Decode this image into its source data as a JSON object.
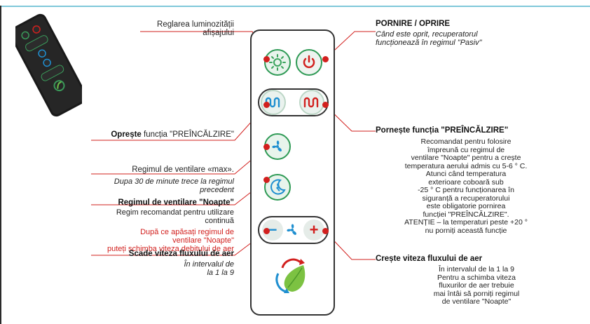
{
  "colors": {
    "accent_red": "#d2201e",
    "accent_blue": "#1f8fd0",
    "accent_green": "#2e9a55",
    "frame": "#7fc8d9"
  },
  "labels": {
    "brightness_title_1": "Reglarea luminozității",
    "brightness_title_2": "afișajului",
    "power_title": "PORNIRE / OPRIRE",
    "power_desc_1": "Când este oprit, recuperatorul",
    "power_desc_2": "funcționează în regimul \"Pasiv\"",
    "preheat_off_bold": "Oprește",
    "preheat_off_rest": "funcția \"PREÎNCĂLZIRE\"",
    "preheat_on_title": "Pornește funcția \"PREÎNCĂLZIRE\"",
    "preheat_on_desc": [
      "Recomandat pentru folosire",
      "împreună cu regimul de",
      "ventilare \"Noapte\" pentru a crește",
      "temperatura aerului admis cu 5-6 ° C.",
      "Atunci când temperatura",
      "exterioare coboară sub",
      "-25 ° C pentru funcționarea în",
      "siguranță a recuperatorului",
      "este obligatorie pornirea",
      "funcției \"PREÎNCĂLZIRE\".",
      "ATENȚIE – la temperaturi peste +20 °",
      "nu porniți această funcție"
    ],
    "max_title": "Regimul de ventilare «max».",
    "max_desc_1": "Dupa 30 de minute trece la regimul",
    "max_desc_2": "precedent",
    "night_title": "Regimul de ventilare \"Noapte\"",
    "night_desc_1": "Regim recomandat pentru utilizare",
    "night_desc_2": "continuă",
    "night_red_1": "După ce apăsați regimul de",
    "night_red_2": "ventilare \"Noapte\"",
    "night_red_3": "puteți schimba viteza debitului de aer",
    "decrease_title": "Scade viteza fluxului de aer",
    "decrease_desc_1": "În intervalul de",
    "decrease_desc_2": "la 1 la 9",
    "increase_title": "Crește viteza fluxului de aer",
    "increase_desc": [
      "În intervalul de la 1 la 9",
      "Pentru a schimba viteza",
      "fluxurilor de aer trebuie",
      "mai întâi să porniți regimul",
      "de ventilare \"Noapte\""
    ]
  },
  "device_buttons": {
    "minus_symbol": "−",
    "plus_symbol": "+",
    "icons": [
      "sun-icon",
      "power-icon",
      "heater-blue-icon",
      "heater-red-icon",
      "fan-icon",
      "fan-night-icon",
      "fan-icon",
      "recycle-leaf-icon"
    ]
  }
}
